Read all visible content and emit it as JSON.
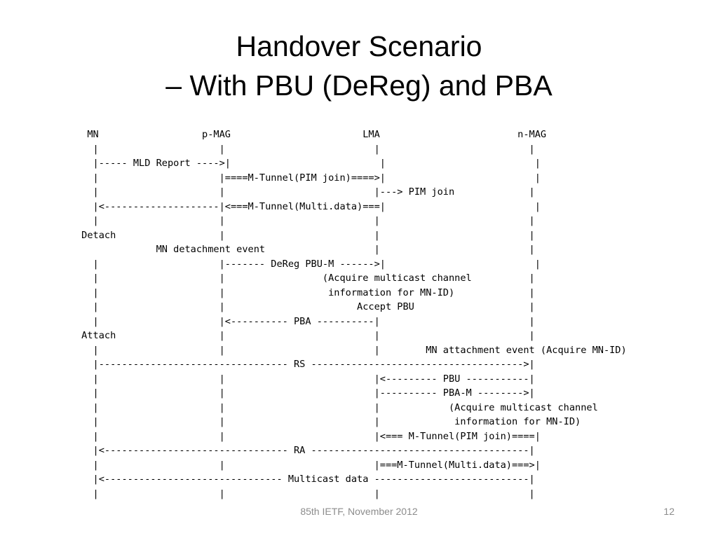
{
  "slide": {
    "title_line1": "Handover Scenario",
    "title_line2": "– With PBU (DeReg) and PBA",
    "footer": "85th IETF, November 2012",
    "page_number": "12",
    "footer_color": "#8c8c8c"
  },
  "diagram": {
    "lines": [
      "  MN                  p-MAG                       LMA                        n-MAG",
      "   |                     |                          |                          |",
      "   |----- MLD Report ---->|                          |                          |",
      "   |                     |====M-Tunnel(PIM join)====>|                          |",
      "   |                     |                          |---> PIM join             |",
      "   |<--------------------|<===M-Tunnel(Multi.data)===|                          |",
      "   |                     |                          |                          |",
      " Detach                  |                          |                          |",
      "              MN detachment event                   |                          |",
      "   |                     |------- DeReg PBU-M ------>|                          |",
      "   |                     |                 (Acquire multicast channel          |",
      "   |                     |                  information for MN-ID)             |",
      "   |                     |                       Accept PBU                    |",
      "   |                     |<---------- PBA ----------|                          |",
      " Attach                  |                          |                          |",
      "   |                     |                          |        MN attachment event (Acquire MN-ID)",
      "   |--------------------------------- RS ------------------------------------->|",
      "   |                     |                          |<--------- PBU -----------|",
      "   |                     |                          |---------- PBA-M -------->|",
      "   |                     |                          |            (Acquire multicast channel",
      "   |                     |                          |             information for MN-ID)",
      "   |                     |                          |<=== M-Tunnel(PIM join)====|",
      "   |<-------------------------------- RA --------------------------------------|",
      "   |                     |                          |===M-Tunnel(Multi.data)===>|",
      "   |<------------------------------- Multicast data ---------------------------|",
      "   |                     |                          |                          |"
    ]
  }
}
